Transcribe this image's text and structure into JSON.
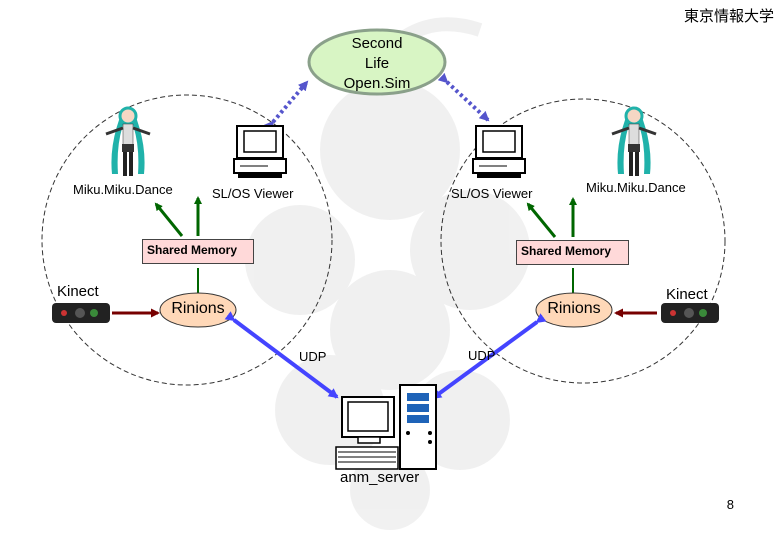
{
  "header": {
    "university": "東京情報大学"
  },
  "diagram": {
    "second_life": [
      "Second",
      "Life",
      "Open.Sim"
    ],
    "left": {
      "miku_label": "Miku.Miku.Dance",
      "viewer_label": "SL/OS Viewer",
      "shared_memory": "Shared Memory",
      "kinect_label": "Kinect",
      "rinions_label": "Rinions",
      "udp_label": "UDP"
    },
    "right": {
      "miku_label": "Miku.Miku.Dance",
      "viewer_label": "SL/OS Viewer",
      "shared_memory": "Shared Memory",
      "kinect_label": "Kinect",
      "rinions_label": "Rinions",
      "udp_label": "UDP"
    },
    "server_label": "anm_server",
    "colors": {
      "second_life_fill": "#d8f5c4",
      "second_life_stroke": "#8aa08a",
      "rinions_fill": "#ffd8b8",
      "shared_memory_fill": "#ffd9d9",
      "green_arrow": "#006600",
      "red_arrow": "#770000",
      "blue_arrow": "#4444ff",
      "dotted_arrow": "#5555cc",
      "hair_teal": "#20b2aa"
    },
    "icons": [
      "character-figure-icon",
      "computer-icon",
      "kinect-sensor-icon",
      "server-tower-icon",
      "grape-watermark-icon"
    ]
  },
  "footer": {
    "page_number": "8"
  }
}
